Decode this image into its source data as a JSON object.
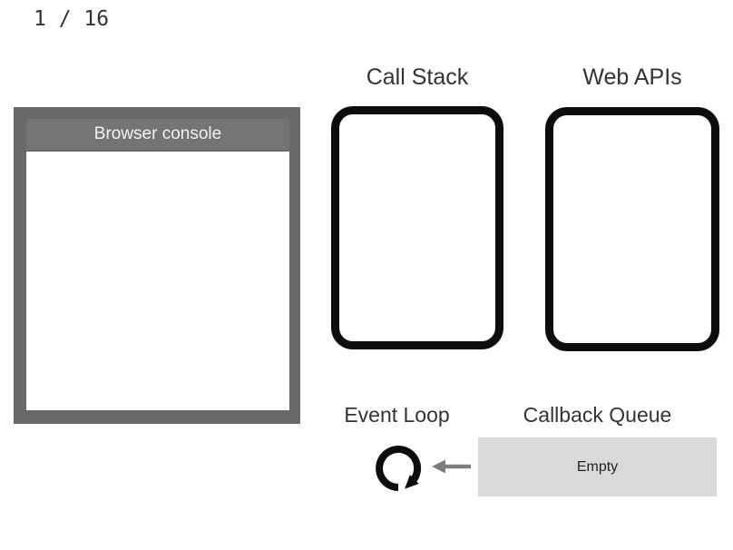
{
  "slide": {
    "counter": "1 / 16"
  },
  "console": {
    "title": "Browser console"
  },
  "call_stack": {
    "label": "Call Stack"
  },
  "web_apis": {
    "label": "Web APIs"
  },
  "event_loop": {
    "label": "Event Loop"
  },
  "callback_queue": {
    "label": "Callback Queue",
    "status": "Empty"
  },
  "icons": {
    "event_loop_icon": "clockwise-loop-arrow",
    "queue_to_loop_arrow": "arrow-left"
  },
  "colors": {
    "background": "#ffffff",
    "console_frame": "#696969",
    "console_title_bar": "#747474",
    "console_title_text": "#f2f2f2",
    "box_border": "#0d0d0d",
    "callback_queue_fill": "#d9d9d9",
    "arrow_gray": "#7d7d7d",
    "label_text": "#333333"
  }
}
